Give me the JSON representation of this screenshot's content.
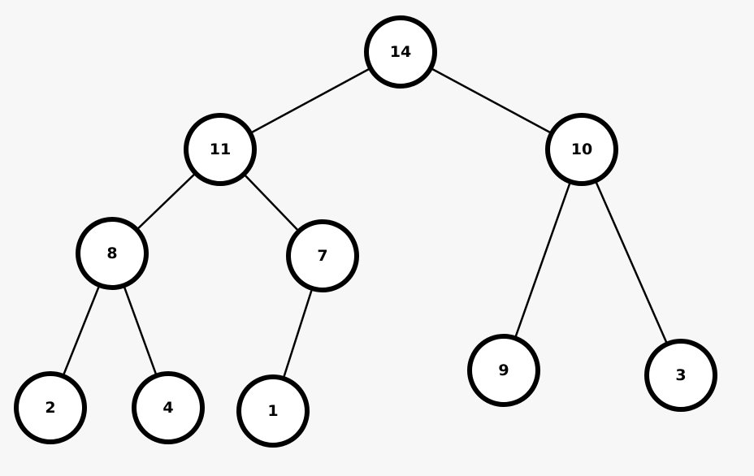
{
  "tree": {
    "nodes": [
      {
        "id": "n14",
        "label": "14"
      },
      {
        "id": "n11",
        "label": "11"
      },
      {
        "id": "n10",
        "label": "10"
      },
      {
        "id": "n8",
        "label": "8"
      },
      {
        "id": "n7",
        "label": "7"
      },
      {
        "id": "n9",
        "label": "9"
      },
      {
        "id": "n3",
        "label": "3"
      },
      {
        "id": "n2",
        "label": "2"
      },
      {
        "id": "n4",
        "label": "4"
      },
      {
        "id": "n1",
        "label": "1"
      }
    ],
    "edges": [
      {
        "from": "n14",
        "to": "n11"
      },
      {
        "from": "n14",
        "to": "n10"
      },
      {
        "from": "n11",
        "to": "n8"
      },
      {
        "from": "n11",
        "to": "n7"
      },
      {
        "from": "n10",
        "to": "n9"
      },
      {
        "from": "n10",
        "to": "n3"
      },
      {
        "from": "n8",
        "to": "n2"
      },
      {
        "from": "n8",
        "to": "n4"
      },
      {
        "from": "n7",
        "to": "n1"
      }
    ]
  }
}
